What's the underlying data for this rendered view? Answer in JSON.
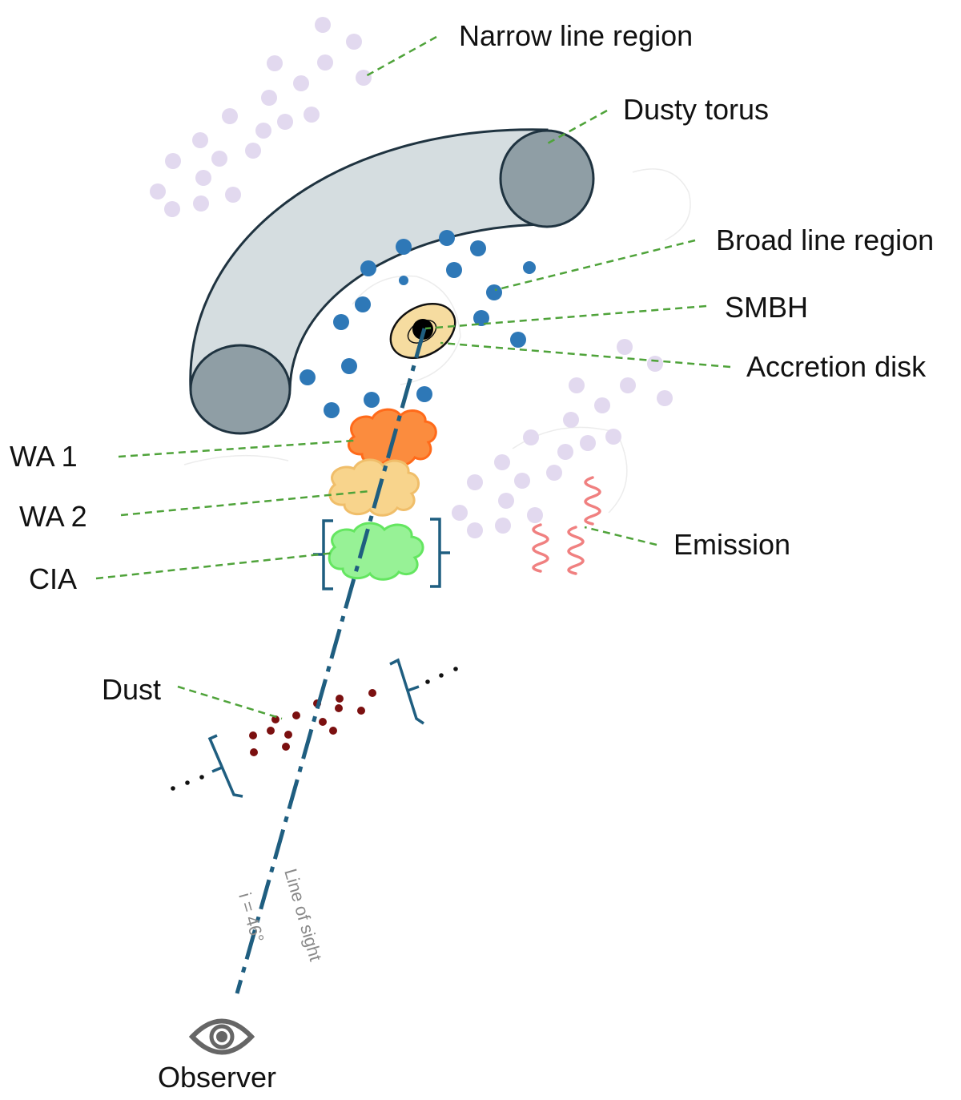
{
  "labels": {
    "narrow_line_region": "Narrow line region",
    "dusty_torus": "Dusty torus",
    "broad_line_region": "Broad line region",
    "smbh": "SMBH",
    "accretion_disk": "Accretion disk",
    "wa1": "WA 1",
    "wa2": "WA 2",
    "cia": "CIA",
    "emission": "Emission",
    "dust": "Dust",
    "line_of_sight": "Line of sight",
    "inclination": "i = 46°",
    "observer": "Observer"
  },
  "colors": {
    "narrow_line_dots": "#e2d9ef",
    "broad_line_dots": "#2e78b7",
    "torus_body": "#d5dde0",
    "torus_end": "#8f9ea5",
    "torus_outline": "#1f3340",
    "accretion_disk": "#f6dca0",
    "smbh": "#000000",
    "wa1": "#fb8c3e",
    "wa2": "#f8d48c",
    "cia": "#97f296",
    "emission": "#f08080",
    "dust": "#7b1010",
    "line_of_sight": "#1f5e80",
    "bracket": "#1f5e80",
    "leader_line": "#4fa33a",
    "observer_eye": "#666666"
  },
  "icons": {
    "observer": "eye-icon"
  }
}
